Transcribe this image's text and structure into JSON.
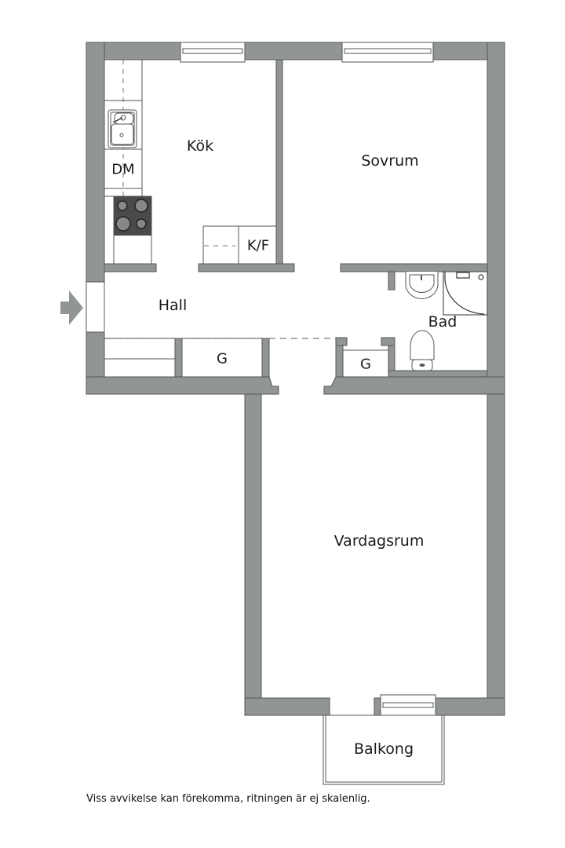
{
  "rooms": {
    "kok": "Kök",
    "sovrum": "Sovrum",
    "hall": "Hall",
    "bad": "Bad",
    "vardagsrum": "Vardagsrum",
    "balkong": "Balkong"
  },
  "fixtures": {
    "dishwasher": "DM",
    "fridge_freezer": "K/F",
    "wardrobe_hall": "G",
    "wardrobe_bad": "G"
  },
  "icons": {
    "entrance": "entrance-arrow-icon",
    "sink": "kitchen-sink-icon",
    "stove": "stove-icon",
    "washbasin": "washbasin-icon",
    "shower": "shower-icon",
    "toilet": "toilet-icon"
  },
  "colors": {
    "wall": "#929596",
    "wall_stroke": "#555555",
    "stove": "#4a4a4a",
    "background": "#ffffff"
  },
  "footer": {
    "disclaimer": "Viss avvikelse kan förekomma, ritningen är ej skalenlig."
  }
}
